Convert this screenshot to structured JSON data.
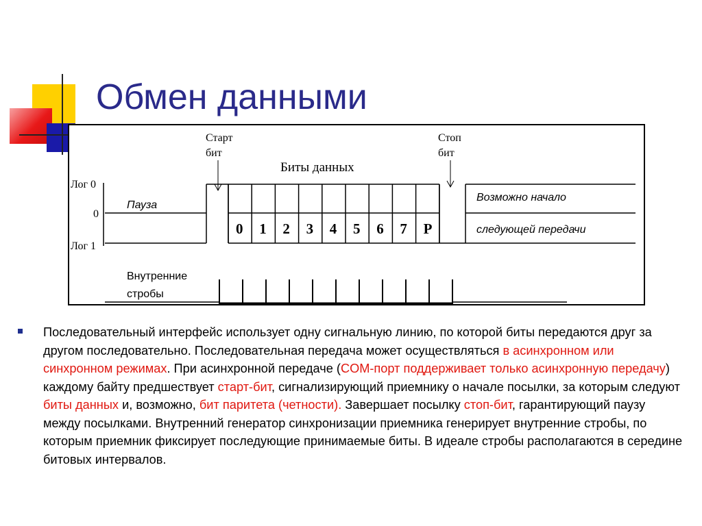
{
  "slide": {
    "title": "Обмен данными",
    "colors": {
      "title": "#2a2a8a",
      "highlight": "#e01810",
      "bullet": "#1f2f8f",
      "decor_yellow": "#ffd000",
      "decor_red": "#e81818",
      "decor_blue": "#1a1aa8"
    }
  },
  "diagram": {
    "y_levels": [
      "Лог 0",
      "0",
      "Лог 1"
    ],
    "start_bit": [
      "Старт",
      "бит"
    ],
    "stop_bit": [
      "Стоп",
      "бит"
    ],
    "data_bits_label": "Биты данных",
    "pause_label": "Пауза",
    "next_label_1": "Возможно начало",
    "next_label_2": "следующей передачи",
    "strobes_label": [
      "Внутренние",
      "стробы"
    ],
    "bits": [
      "0",
      "1",
      "2",
      "3",
      "4",
      "5",
      "6",
      "7",
      "P"
    ]
  },
  "text": {
    "segments": [
      {
        "t": "Последовательный интерфейс использует одну сигнальную линию, по которой биты передаются друг за другом последовательно. Последовательная передача может осуществляться ",
        "hl": false
      },
      {
        "t": "в асинхронном или синхронном режимах",
        "hl": true
      },
      {
        "t": ". При асинхронной передаче (",
        "hl": false
      },
      {
        "t": "COM-порт поддерживает только асинхронную передачу",
        "hl": true
      },
      {
        "t": ") каждому байту предшествует ",
        "hl": false
      },
      {
        "t": "старт-бит",
        "hl": true
      },
      {
        "t": ", сигнализирующий приемнику о начале посылки, за которым следуют ",
        "hl": false
      },
      {
        "t": "биты данных",
        "hl": true
      },
      {
        "t": " и, возможно, ",
        "hl": false
      },
      {
        "t": "бит паритета (четности).",
        "hl": true
      },
      {
        "t": " Завершает посылку ",
        "hl": false
      },
      {
        "t": "стоп-бит",
        "hl": true
      },
      {
        "t": ", гарантирующий паузу между посылками. Внутренний генератор синхронизации приемника генерирует внутренние стробы, по которым приемник фиксирует последующие принимаемые биты. В идеале стробы располагаются в середине битовых интервалов.",
        "hl": false
      }
    ]
  }
}
